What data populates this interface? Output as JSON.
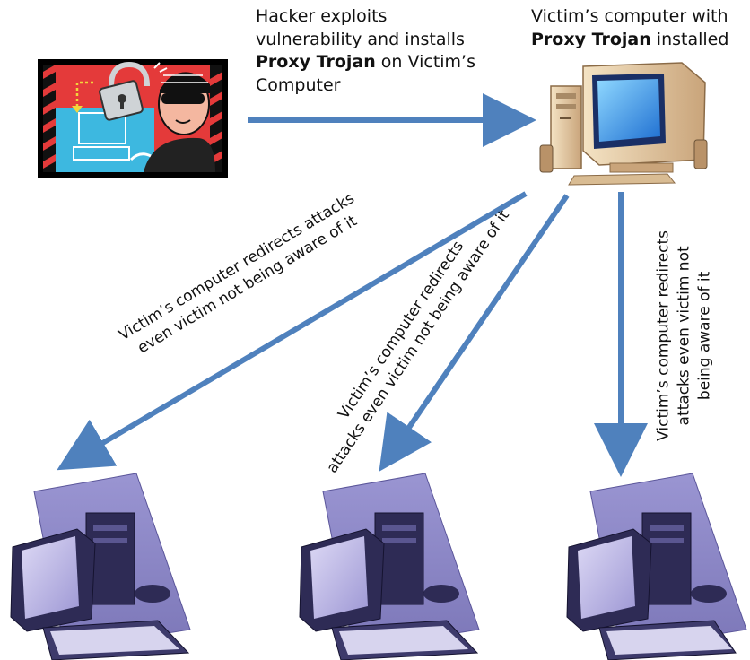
{
  "top_left_caption": {
    "line1": "Hacker exploits",
    "line2": "vulnerability and installs",
    "bold": "Proxy Trojan",
    "line3_rest": " on Victim’s",
    "line4": "Computer"
  },
  "top_right_caption": {
    "line1": "Victim’s computer with",
    "bold": "Proxy Trojan",
    "line2_rest": " installed"
  },
  "left_arrow_label": {
    "line1": "Victim’s computer redirects attacks",
    "line2": "even victim not being aware of it"
  },
  "middle_arrow_label": {
    "line1": "Victim’s computer redirects",
    "line2": "attacks even victim not being aware of it"
  },
  "right_arrow_label": {
    "line1": "Victim’s computer redirects",
    "line2": "attacks even victim not",
    "line3": "being aware of it"
  },
  "colors": {
    "arrow": "#4f81bd",
    "pad": "#8b86c4",
    "monitor_body": "#2e2b55",
    "screen": "#c8c4ea"
  }
}
